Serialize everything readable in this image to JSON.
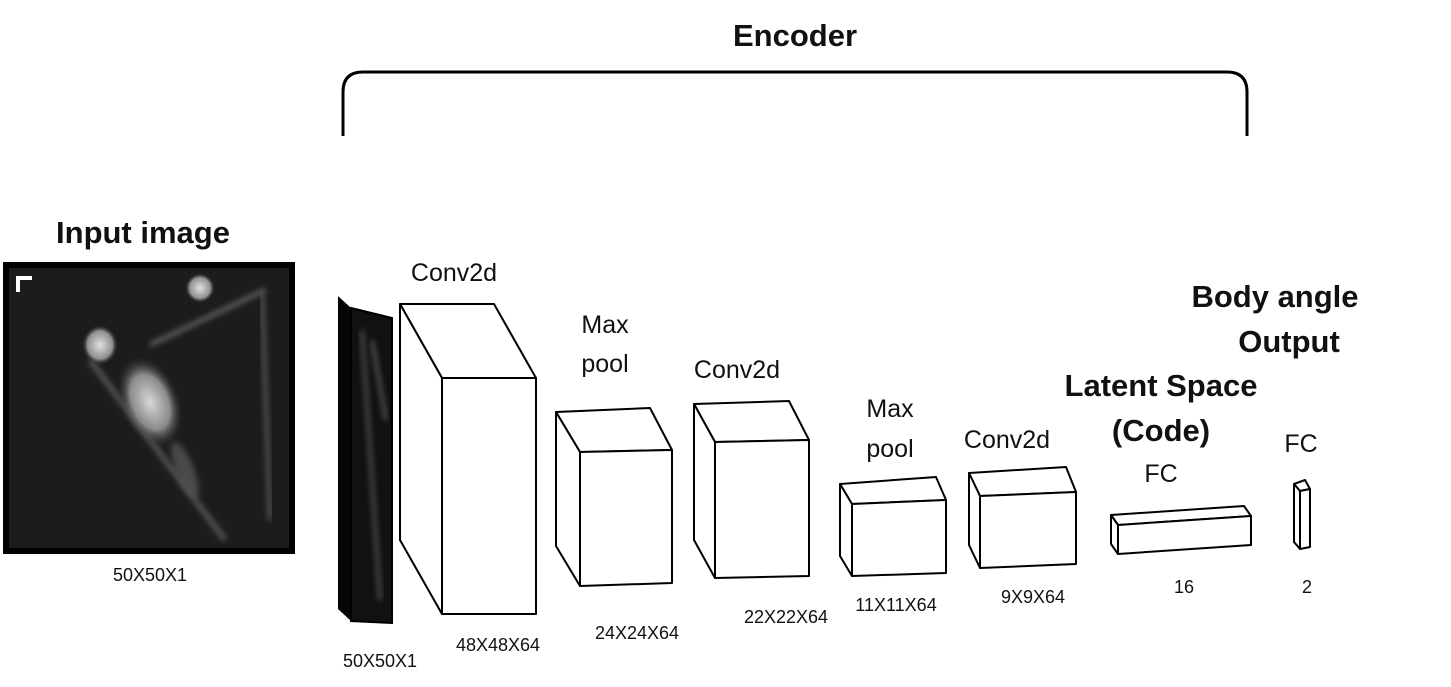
{
  "encoder_label": "Encoder",
  "input_image": {
    "title": "Input image",
    "dims": "50X50X1"
  },
  "layers": [
    {
      "name": "input-slice",
      "label": "",
      "dims": "50X50X1"
    },
    {
      "name": "conv2d-1",
      "label": "Conv2d",
      "dims": "48X48X64"
    },
    {
      "name": "maxpool-1",
      "label_lines": [
        "Max",
        "pool"
      ],
      "dims": "24X24X64"
    },
    {
      "name": "conv2d-2",
      "label": "Conv2d",
      "dims": "22X22X64"
    },
    {
      "name": "maxpool-2",
      "label_lines": [
        "Max",
        "pool"
      ],
      "dims": "11X11X64"
    },
    {
      "name": "conv2d-3",
      "label": "Conv2d",
      "dims": "9X9X64"
    },
    {
      "name": "fc-latent",
      "label": "FC",
      "dims": "16"
    },
    {
      "name": "fc-output",
      "label": "FC",
      "dims": "2"
    }
  ],
  "latent_space": {
    "line1": "Latent Space",
    "line2": "(Code)"
  },
  "output_label": {
    "line1": "Body angle",
    "line2": "Output"
  }
}
